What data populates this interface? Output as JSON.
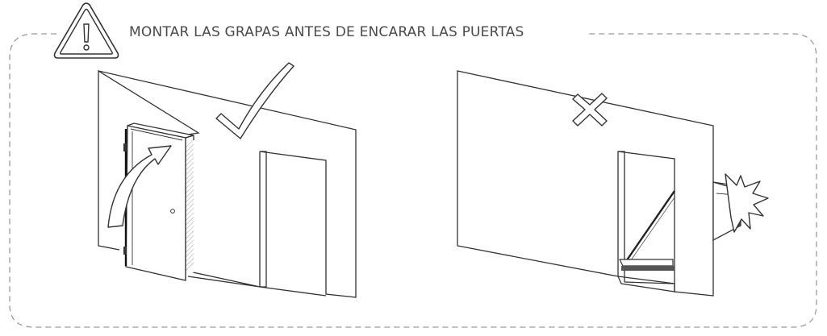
{
  "notice": {
    "text": "MONTAR LAS GRAPAS ANTES DE ENCARAR LAS PUERTAS",
    "icon": "warning-triangle-icon"
  },
  "panels": [
    {
      "name": "correct-installation",
      "icon": "checkmark-icon"
    },
    {
      "name": "incorrect-installation",
      "icon": "cross-icon"
    }
  ],
  "colors": {
    "line": "#333333",
    "frame_dash": "#9a9a9a",
    "text": "#4a4a4a",
    "hatch": "#888888"
  }
}
